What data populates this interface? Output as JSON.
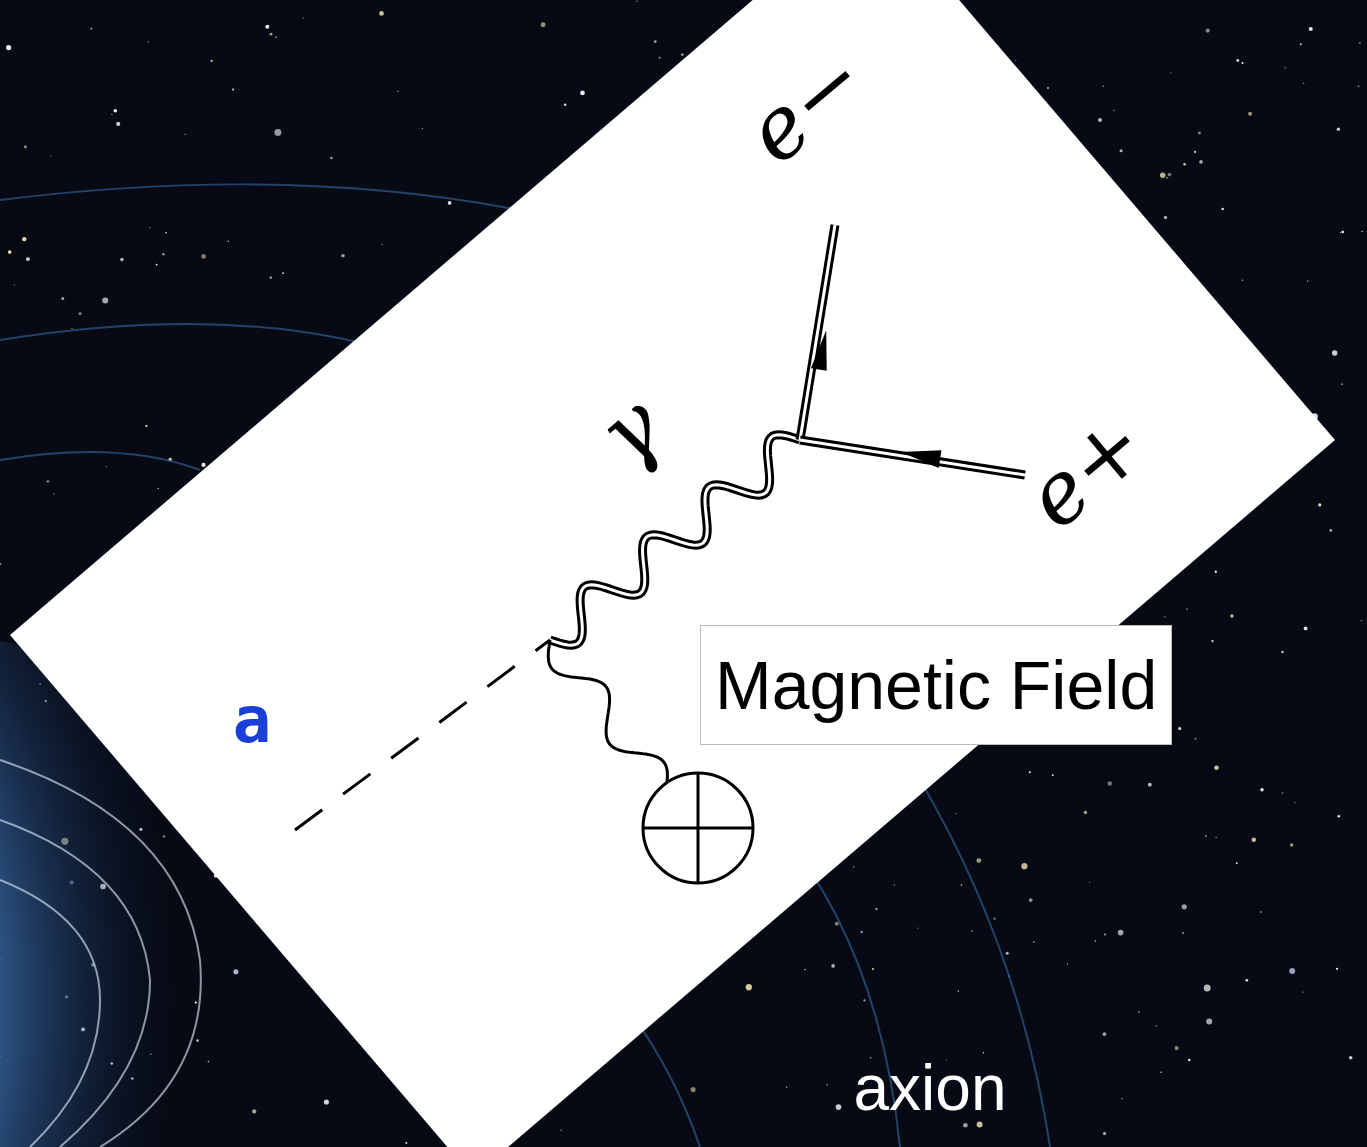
{
  "diagram": {
    "labels": [
      "e−",
      "γ",
      "e+",
      "a",
      "Magnetic Field",
      "axion"
    ]
  }
}
